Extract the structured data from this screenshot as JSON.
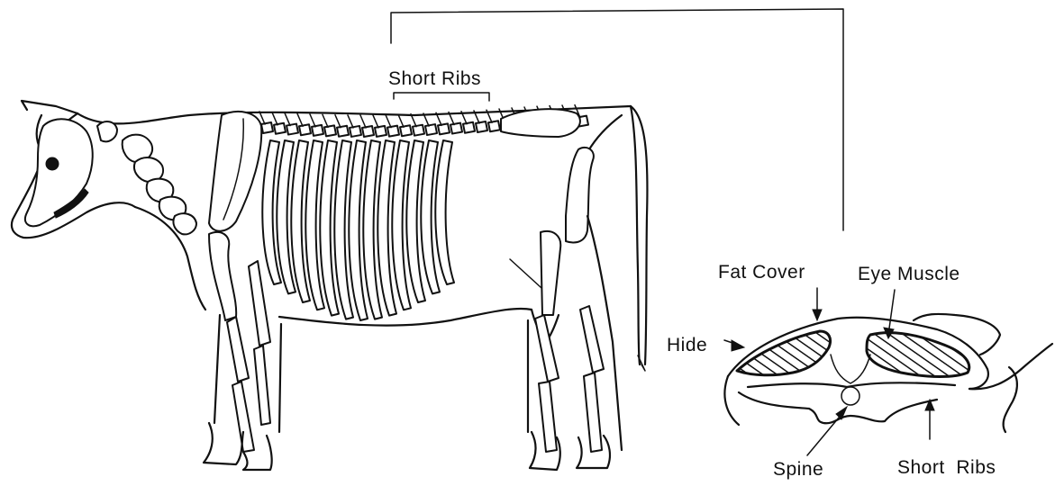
{
  "labels": {
    "short_ribs_top": "Short Ribs",
    "fat_cover": "Fat Cover",
    "eye_muscle": "Eye Muscle",
    "hide": "Hide",
    "spine": "Spine",
    "short_ribs_bottom": "Short  Ribs"
  }
}
